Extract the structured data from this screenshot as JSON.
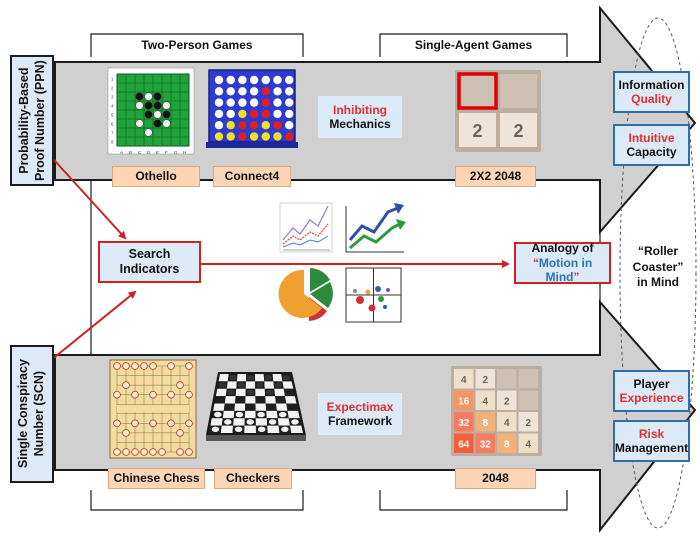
{
  "top_row": {
    "group_left": "Two-Person Games",
    "group_right": "Single-Agent Games",
    "games": [
      "Othello",
      "Connect4",
      "2X2 2048"
    ],
    "method_highlight": "Inhibiting",
    "method_rest": "Mechanics"
  },
  "bottom_row": {
    "games": [
      "Chinese Chess",
      "Checkers",
      "2048"
    ],
    "method_highlight": "Expectimax",
    "method_rest": "Framework"
  },
  "left_labels": {
    "top_line1": "Probability-Based",
    "top_line2": "Proof Number (PPN)",
    "bottom_line1": "Single Conspiracy",
    "bottom_line2": "Number (SCN)"
  },
  "middle": {
    "search_line1": "Search",
    "search_line2": "Indicators",
    "analogy_line1": "Analogy of",
    "analogy_quote_open": "“",
    "analogy_highlight": "Motion in Mind",
    "analogy_quote_close": "”",
    "roller_line1": "“Roller",
    "roller_line2": "Coaster”",
    "roller_line3": "in Mind"
  },
  "right_top": {
    "box1_line1": "Information",
    "box1_line2": "Quality",
    "box2_line1": "Intuitive",
    "box2_line2": "Capacity"
  },
  "right_bottom": {
    "box1_line1": "Player",
    "box1_line2": "Experience",
    "box2_line1": "Risk",
    "box2_line2": "Management"
  },
  "tiles_2x2": [
    "",
    "",
    "2",
    "2"
  ],
  "tiles_4x4": [
    "4",
    "2",
    "",
    "",
    "16",
    "4",
    "2",
    "",
    "32",
    "8",
    "4",
    "2",
    "64",
    "32",
    "8",
    "4"
  ],
  "othello_col_labels": [
    "A",
    "B",
    "C",
    "D",
    "E",
    "F",
    "G",
    "H"
  ],
  "colors": {
    "arrow": "#d0d0d0",
    "red": "#d02020",
    "blue_text": "#2a73b8",
    "panel_fill": "#dce9f7",
    "peach": "#fbd5b5",
    "othello_board": "#1fa33a",
    "connect4_board": "#2d3bd0"
  }
}
